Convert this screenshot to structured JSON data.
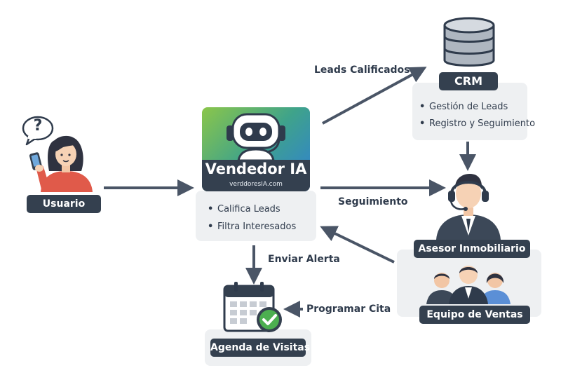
{
  "usuario": {
    "label": "Usuario",
    "question_mark": "?"
  },
  "vendedor": {
    "title": "Vendedor IA",
    "url": "verddoresIA.com",
    "bullets": [
      "Califica Leads",
      "Filtra Interesados"
    ]
  },
  "crm": {
    "label": "CRM",
    "bullets": [
      "Gestión de Leads",
      "Registro y Seguimiento"
    ]
  },
  "asesor": {
    "label": "Asesor Inmobiliario"
  },
  "equipo": {
    "label": "Equipo de Ventas"
  },
  "agenda": {
    "label": "Agenda de Visitas"
  },
  "edges": {
    "leads_calificados": "Leads Calificados",
    "seguimiento": "Seguimiento",
    "enviar_alerta": "Enviar Alerta",
    "programar_cita": "Programar Cita"
  },
  "colors": {
    "dark": "#34404f",
    "arrow": "#4a5566",
    "panel": "#eef0f2",
    "gradient_green": "#8bc64a",
    "gradient_blue": "#2f7fd6",
    "check": "#4caf50"
  }
}
